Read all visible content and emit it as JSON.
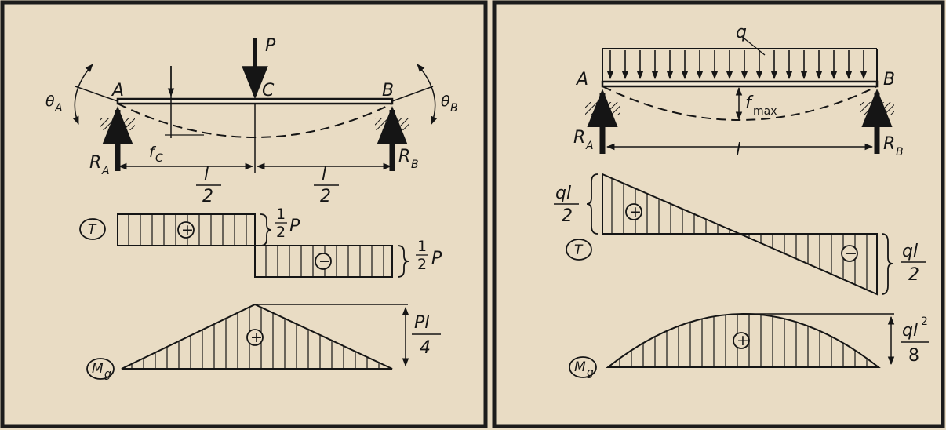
{
  "left_panel": {
    "load_label": "P",
    "point_a": "A",
    "point_c": "C",
    "point_b": "B",
    "angle_a": "θ",
    "angle_a_sub": "A",
    "angle_b": "θ",
    "angle_b_sub": "B",
    "reaction_a": "R",
    "reaction_a_sub": "A",
    "reaction_b": "R",
    "reaction_b_sub": "B",
    "deflection_label": "f",
    "deflection_sub": "C",
    "span_left_num": "l",
    "span_left_den": "2",
    "span_right_num": "l",
    "span_right_den": "2",
    "shear_label": "T",
    "shear_pos_sign": "+",
    "shear_neg_sign": "−",
    "shear_top_num": "1",
    "shear_top_den": "2",
    "shear_top_var": "P",
    "shear_bottom_num": "1",
    "shear_bottom_den": "2",
    "shear_bottom_var": "P",
    "moment_label": "M",
    "moment_sub": "g",
    "moment_sign": "+",
    "moment_num": "Pl",
    "moment_den": "4"
  },
  "right_panel": {
    "load_label": "q",
    "point_a": "A",
    "point_b": "B",
    "reaction_a": "R",
    "reaction_a_sub": "A",
    "reaction_b": "R",
    "reaction_b_sub": "B",
    "deflection_label": "f",
    "deflection_sub": "max",
    "span_label": "l",
    "shear_label": "T",
    "shear_pos_sign": "+",
    "shear_neg_sign": "−",
    "shear_top_num": "ql",
    "shear_top_den": "2",
    "shear_bottom_num": "ql",
    "shear_bottom_den": "2",
    "moment_label": "M",
    "moment_sub": "g",
    "moment_sign": "+",
    "moment_num": "ql",
    "moment_sup": "2",
    "moment_den": "8"
  },
  "colors": {
    "paper": "#e9dcc4",
    "ink": "#151515",
    "frame": "#1c1c1c"
  }
}
